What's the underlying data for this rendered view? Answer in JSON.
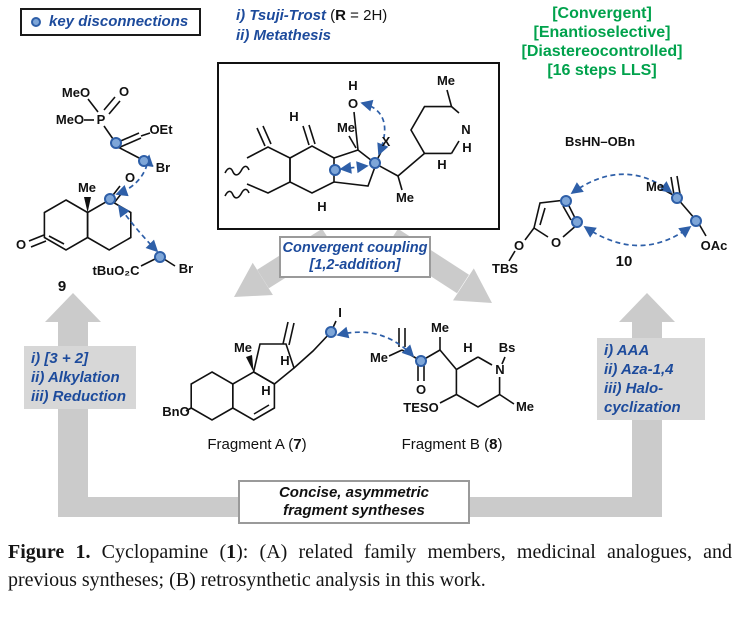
{
  "legend": {
    "label": "key disconnections"
  },
  "conditions": {
    "step1": "i) Tsuji-Trost",
    "step2": "ii) Metathesis",
    "paren_open": "(",
    "r": "R",
    "r_rest": " = 2H)"
  },
  "highlights": [
    "[Convergent]",
    "[Enantioselective]",
    "[Diastereocontrolled]",
    "[16 steps LLS]"
  ],
  "coupling": {
    "line1": "Convergent coupling",
    "line2": "[1,2-addition]"
  },
  "steps_left": [
    "i) [3 + 2]",
    "ii) Alkylation",
    "iii) Reduction"
  ],
  "steps_right": [
    "i) AAA",
    "ii) Aza-1,4",
    "iii) Halo-",
    "cyclization"
  ],
  "banner": {
    "line1": "Concise, asymmetric",
    "line2": "fragment syntheses"
  },
  "fragments": {
    "a_prefix": "Fragment A (",
    "a_num": "7",
    "b_prefix": "Fragment B (",
    "b_num": "8",
    "close": ")"
  },
  "compounds": {
    "nine": "9",
    "ten": "10"
  },
  "atoms": {
    "Me": "Me",
    "MeO": "MeO",
    "OEt": "OEt",
    "Br": "Br",
    "O": "O",
    "P": "P",
    "X": "X",
    "N": "N",
    "H": "H",
    "I": "I",
    "BnO": "BnO",
    "TESO": "TESO",
    "Bs": "Bs",
    "OAc": "OAc",
    "TBS": "TBS",
    "tBuO2C": "tBuO₂C",
    "BsHN_OBn": "BsHN–OBn"
  },
  "colors": {
    "accent_blue": "#1d4b9c",
    "green": "#00a24c",
    "arrow_gray": "#cbcbcb",
    "dot_fill": "#7ea6d8",
    "dot_stroke": "#2e5fa8"
  },
  "caption": {
    "figure": "Figure 1.",
    "part1": " Cyclopamine (",
    "bold1": "1",
    "part2": "): (A) related family members, medicinal analogues, and previous syntheses; (B) retrosynthetic analysis in this work."
  }
}
